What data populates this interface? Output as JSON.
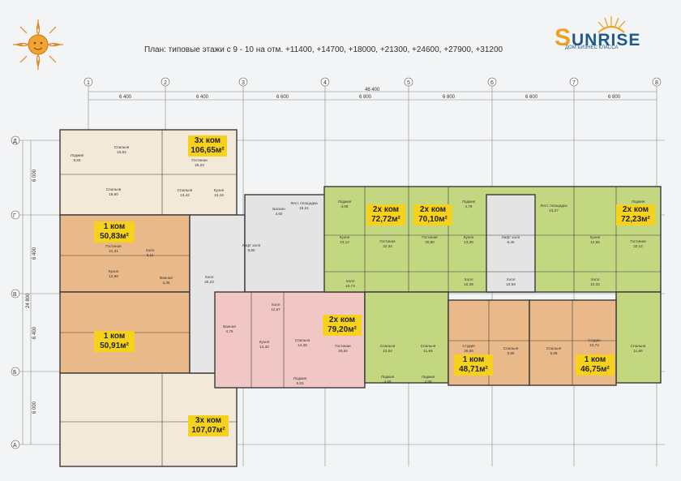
{
  "header": {
    "title": "План: типовые этажи с 9 - 10 на отм.  +11400, +14700, +18000, +21300, +24600, +27900, +31200",
    "brand": "UNRISE",
    "brand_initial": "S",
    "brand_sub": "ДОМ БИЗНЕС КЛАССА"
  },
  "axes": {
    "columns": [
      "1",
      "2",
      "3",
      "4",
      "5",
      "6",
      "7",
      "8"
    ],
    "rows": [
      "Д",
      "Г",
      "В",
      "Б",
      "А"
    ],
    "col_dims": [
      "6 400",
      "6 400",
      "6 600",
      "6 800",
      "6 800",
      "6 600",
      "6 800"
    ],
    "total_width": "46 400",
    "row_dims": [
      "6 000",
      "6 400",
      "6 400",
      "6 000"
    ],
    "total_height": "24 800"
  },
  "apartments": [
    {
      "id": "a1",
      "rooms": "3х ком",
      "area": "106,65м²"
    },
    {
      "id": "a2",
      "rooms": "1 ком",
      "area": "50,83м²"
    },
    {
      "id": "a3",
      "rooms": "1 ком",
      "area": "50,91м²"
    },
    {
      "id": "a4",
      "rooms": "3х ком",
      "area": "107,07м²"
    },
    {
      "id": "a5",
      "rooms": "2х ком",
      "area": "72,72м²"
    },
    {
      "id": "a6",
      "rooms": "2х ком",
      "area": "70,10м²"
    },
    {
      "id": "a7",
      "rooms": "2х ком",
      "area": "72,23м²"
    },
    {
      "id": "a8",
      "rooms": "2х ком",
      "area": "79,20м²"
    },
    {
      "id": "a9",
      "rooms": "1 ком",
      "area": "48,71м²"
    },
    {
      "id": "a10",
      "rooms": "1 ком",
      "area": "46,75м²"
    }
  ],
  "rooms": [
    {
      "n": "Лоджия",
      "a": "8,83"
    },
    {
      "n": "Спальня",
      "a": "23,62"
    },
    {
      "n": "Гостиная",
      "a": "25,03"
    },
    {
      "n": "Спальня",
      "a": "18,80"
    },
    {
      "n": "Спальня",
      "a": "13,42"
    },
    {
      "n": "Кухня",
      "a": "12,16"
    },
    {
      "n": "Гостиная",
      "a": "21,31"
    },
    {
      "n": "Кухня",
      "a": "12,86"
    },
    {
      "n": "Ванная",
      "a": "4,36"
    },
    {
      "n": "Холл",
      "a": "6,11"
    },
    {
      "n": "Лифт холл",
      "a": "8,80"
    },
    {
      "n": "Холл",
      "a": "20,23"
    },
    {
      "n": "Балкон",
      "a": "4,60"
    },
    {
      "n": "Лест. площадка",
      "a": "18,21"
    },
    {
      "n": "Холл",
      "a": "12,67"
    },
    {
      "n": "Кухня",
      "a": "14,40"
    },
    {
      "n": "Спальня",
      "a": "14,35"
    },
    {
      "n": "Ванная",
      "a": "4,76"
    },
    {
      "n": "Гостиная",
      "a": "20,82"
    },
    {
      "n": "Лоджия",
      "a": "5,53"
    },
    {
      "n": "Лоджия",
      "a": "4,09"
    },
    {
      "n": "Гостиная",
      "a": "22,34"
    },
    {
      "n": "Кухня",
      "a": "13,12"
    },
    {
      "n": "Холл",
      "a": "10,73"
    },
    {
      "n": "Спальня",
      "a": "12,64"
    },
    {
      "n": "Лоджия",
      "a": "4,56"
    },
    {
      "n": "Гостиная",
      "a": "20,80"
    },
    {
      "n": "Кухня",
      "a": "13,39"
    },
    {
      "n": "Лоджия",
      "a": "4,79"
    },
    {
      "n": "Холл",
      "a": "10,39"
    },
    {
      "n": "Спальня",
      "a": "11,93"
    },
    {
      "n": "Лоджия",
      "a": "4,58"
    },
    {
      "n": "Лифт холл",
      "a": "6,40"
    },
    {
      "n": "Холл",
      "a": "10,59"
    },
    {
      "n": "Лест. площадка",
      "a": "13,27"
    },
    {
      "n": "Кухня",
      "a": "12,86"
    },
    {
      "n": "Гостиная",
      "a": "22,12"
    },
    {
      "n": "Лоджия",
      "a": "3,91"
    },
    {
      "n": "Холл",
      "a": "10,42"
    },
    {
      "n": "Спальня",
      "a": "11,90"
    },
    {
      "n": "Студия",
      "a": "26,56"
    },
    {
      "n": "Спальня",
      "a": "9,89"
    },
    {
      "n": "Студия",
      "a": "24,72"
    },
    {
      "n": "Спальня",
      "a": "9,88"
    }
  ]
}
